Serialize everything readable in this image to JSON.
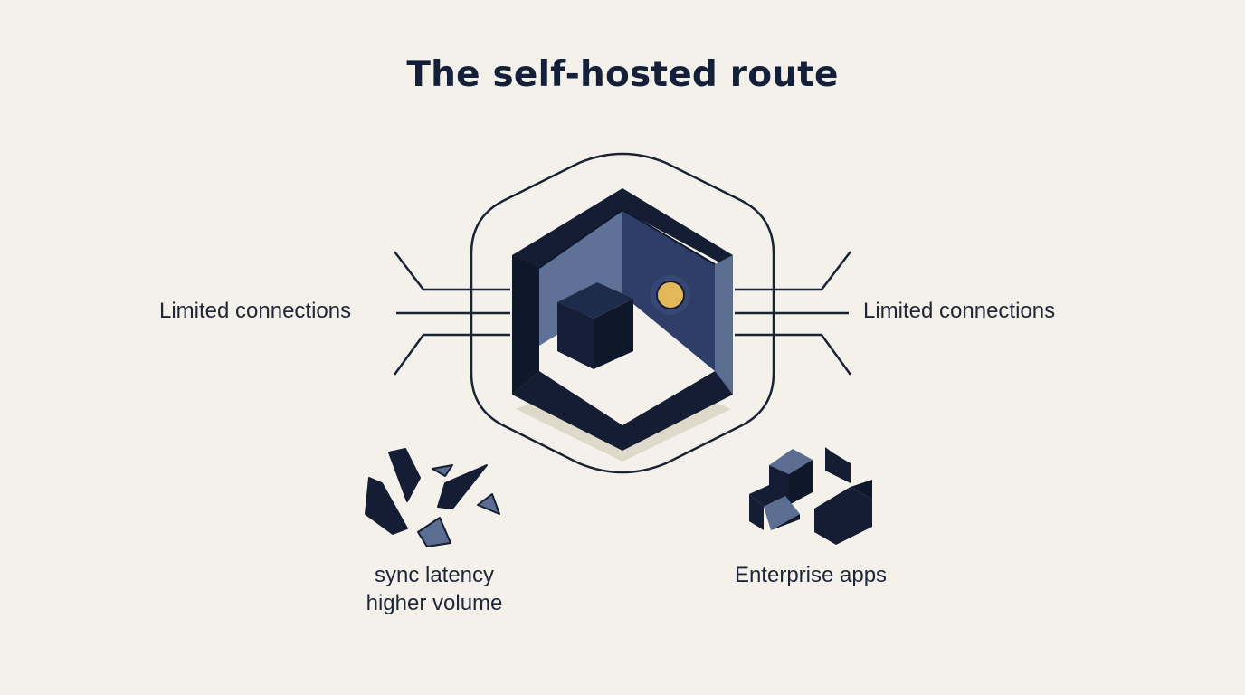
{
  "title": "The self-hosted route",
  "labels": {
    "left": "Limited connections",
    "right": "Limited connections",
    "bottom_left_line1": "sync latency",
    "bottom_left_line2": "higher volume",
    "bottom_right": "Enterprise apps"
  },
  "colors": {
    "background": "#f3f1ea",
    "navy": "#141d33",
    "slate": "#5b6d91",
    "deep_blue": "#2f3f6b",
    "accent_sun": "#e3b85a"
  },
  "icons": {
    "center": "isolated-room-cube-icon",
    "bottom_left": "shattered-fragments-icon",
    "bottom_right": "stacked-blocks-icon"
  }
}
